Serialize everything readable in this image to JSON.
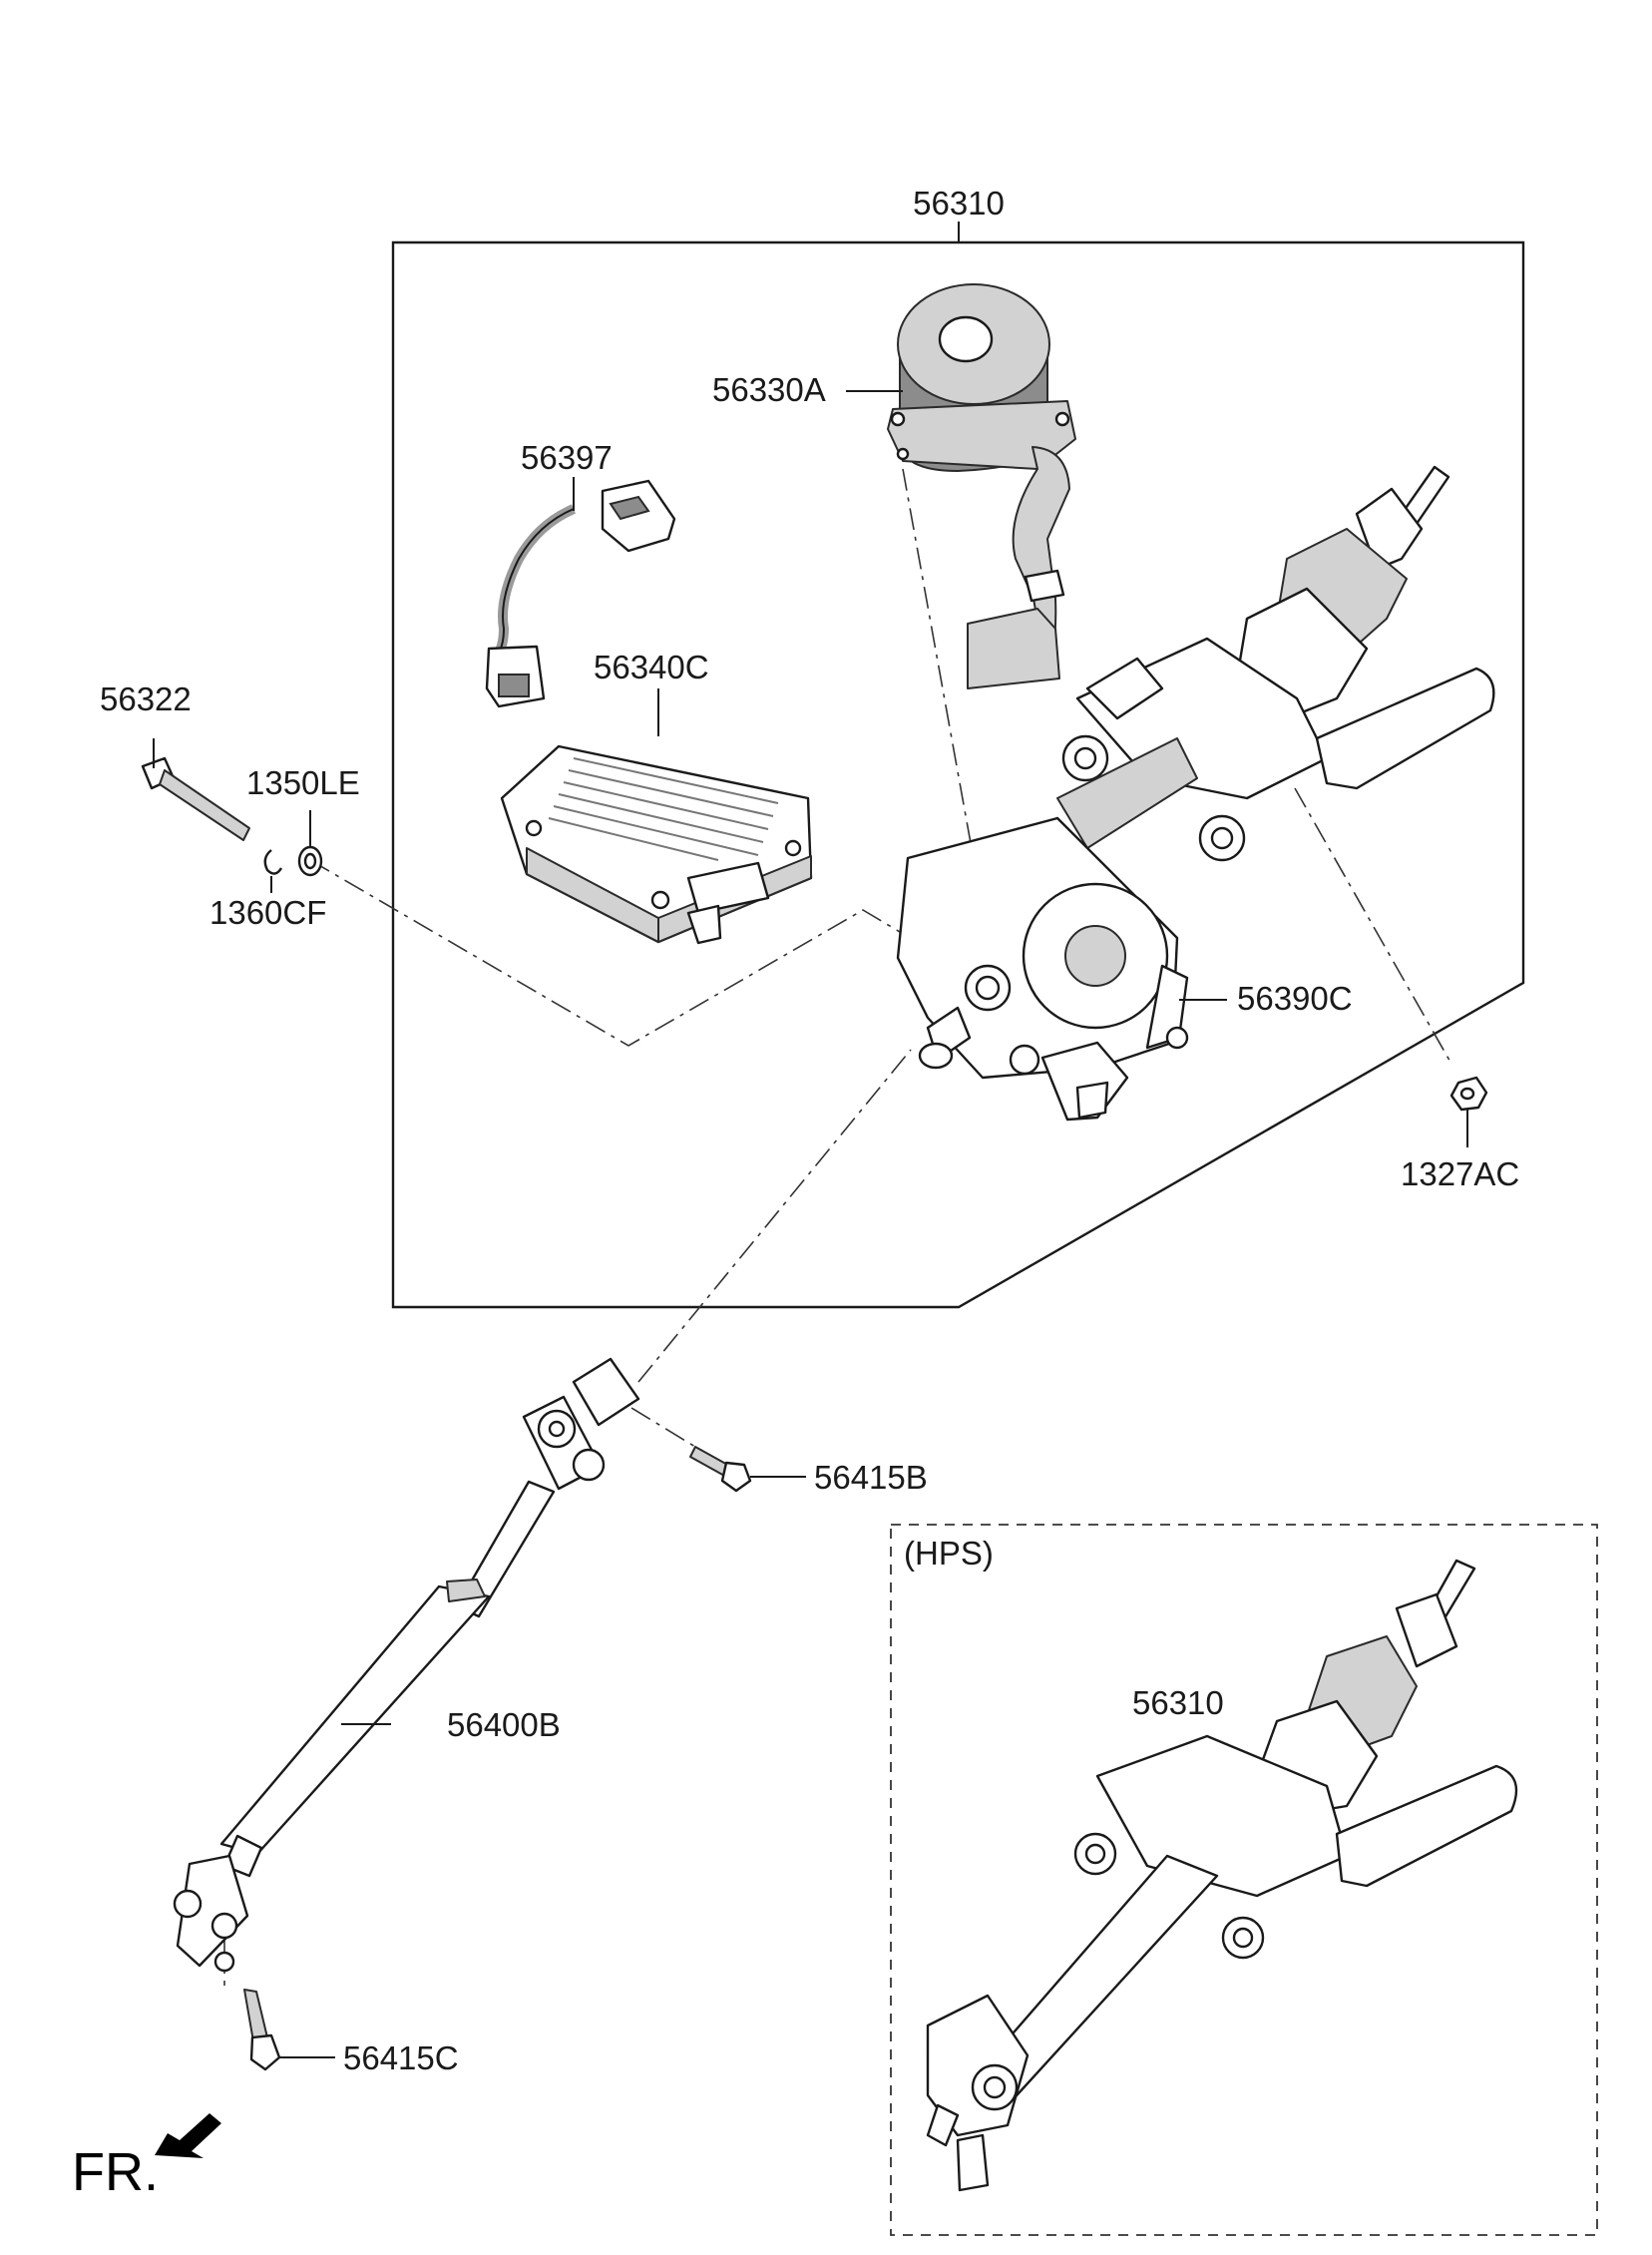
{
  "parts": {
    "assembly_top": "56310",
    "motor": "56330A",
    "harness": "56397",
    "ecu": "56340C",
    "bolt_left": "56322",
    "washer_1350": "1350LE",
    "washer_1360": "1360CF",
    "housing": "56390C",
    "nut": "1327AC",
    "bolt_upper_joint": "56415B",
    "shaft": "56400B",
    "bolt_lower_joint": "56415C"
  },
  "hps": {
    "title": "(HPS)",
    "part": "56310"
  },
  "direction": {
    "label": "FR."
  }
}
